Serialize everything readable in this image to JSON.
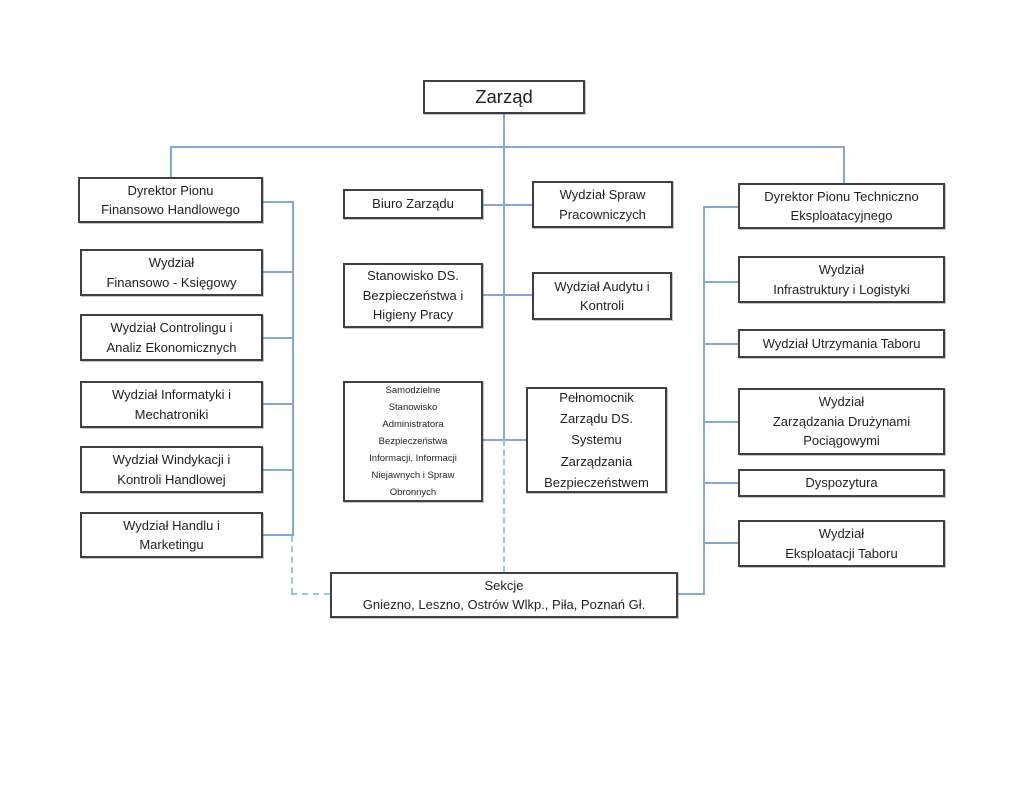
{
  "colors": {
    "connector_solid": "#84a7d8",
    "connector_dashed": "#9dc3e6",
    "box_border": "#3f3f3f",
    "box_fill": "#ffffff",
    "text": "#1f1f1f",
    "background": "#ffffff"
  },
  "nodes": {
    "zarzad": "Zarząd",
    "dyrektor_pionu_finansowo_handlowego": "Dyrektor Pionu\nFinansowo Handlowego",
    "wydzial_finansowo_ksiegowy": "Wydział\nFinansowo - Księgowy",
    "wydzial_controlingu_i_analiz_ekonomicznych": "Wydział Controlingu i\nAnaliz Ekonomicznych",
    "wydzial_informatyki_i_mechatroniki": "Wydział Informatyki i\nMechatroniki",
    "wydzial_windykacji_i_kontroli_handlowej": "Wydział Windykacji i\nKontroli Handlowej",
    "wydzial_handlu_i_marketingu": "Wydział Handlu i\nMarketingu",
    "biuro_zarzadu": "Biuro Zarządu",
    "stanowisko_ds_bezpieczenstwa_i_higieny_pracy": "Stanowisko DS.\nBezpieczeństwa i\nHigieny Pracy",
    "samodzielne_stanowisko_administratora": "Samodzielne\nStanowisko\nAdministratora\nBezpieczeństwa\nInformacji, Informacji\nNiejawnych i Spraw\nObronnych",
    "wydzial_spraw_pracowniczych": "Wydział Spraw\nPracowniczych",
    "wydzial_audytu_i_kontroli": "Wydział Audytu i\nKontroli",
    "pelnomocnik_zarzadu_ds_systemu": "Pełnomocnik\nZarządu DS.\nSystemu\nZarządzania\nBezpieczeństwem",
    "dyrektor_pionu_techniczno_eksploatacyjnego": "Dyrektor Pionu Techniczno\nEksploatacyjnego",
    "wydzial_infrastruktury_i_logistyki": "Wydział\nInfrastruktury i Logistyki",
    "wydzial_utrzymania_taboru": "Wydział Utrzymania Taboru",
    "wydzial_zarzadzania_druzynami_pociagowymi": "Wydział\nZarządzania Drużynami\nPociągowymi",
    "dyspozytura": "Dyspozytura",
    "wydzial_eksploatacji_taboru": "Wydział\nEksploatacji Taboru",
    "sekcje": "Sekcje\nGniezno, Leszno, Ostrów Wlkp., Piła, Poznań Gł."
  },
  "hierarchy": {
    "zarzad": [
      "dyrektor_pionu_finansowo_handlowego",
      "biuro_zarzadu",
      "wydzial_spraw_pracowniczych",
      "stanowisko_ds_bezpieczenstwa_i_higieny_pracy",
      "wydzial_audytu_i_kontroli",
      "samodzielne_stanowisko_administratora",
      "pelnomocnik_zarzadu_ds_systemu",
      "dyrektor_pionu_techniczno_eksploatacyjnego",
      "sekcje"
    ],
    "dyrektor_pionu_finansowo_handlowego": [
      "wydzial_finansowo_ksiegowy",
      "wydzial_controlingu_i_analiz_ekonomicznych",
      "wydzial_informatyki_i_mechatroniki",
      "wydzial_windykacji_i_kontroli_handlowej",
      "wydzial_handlu_i_marketingu",
      "sekcje"
    ],
    "dyrektor_pionu_techniczno_eksploatacyjnego": [
      "wydzial_infrastruktury_i_logistyki",
      "wydzial_utrzymania_taboru",
      "wydzial_zarzadzania_druzynami_pociagowymi",
      "dyspozytura",
      "wydzial_eksploatacji_taboru",
      "sekcje"
    ],
    "dashed_links_to": "sekcje"
  }
}
